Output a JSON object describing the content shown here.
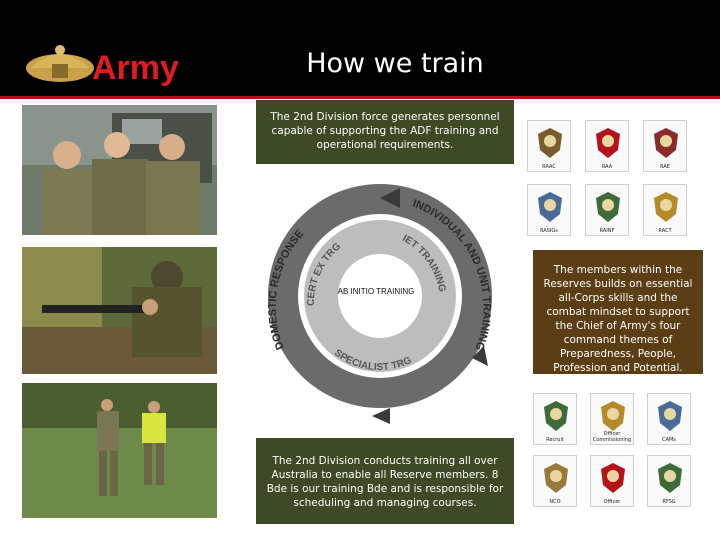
{
  "header": {
    "logo_text": "Army",
    "title": "How we train"
  },
  "panels": {
    "top": "The 2nd Division force generates personnel capable of supporting the ADF training and operational requirements.",
    "bottom": "The 2nd Division conducts training all over Australia to enable all Reserve members. 8 Bde is our training Bde and is responsible for scheduling and managing courses.",
    "right": "The members within the Reserves builds on essential all-Corps skills and the combat mindset to support the Chief of Army's four command themes of Preparedness, People, Profession and Potential."
  },
  "diagram": {
    "center": "AB INITIO TRAINING",
    "outer_top_right": "INDIVIDUAL AND UNIT TRAINING",
    "outer_left": "DOMESTIC RESPONSE",
    "inner_left": "CERT EX TRG",
    "inner_right": "IET TRAINING",
    "inner_bottom": "SPECIALIST TRG"
  },
  "badges_top": [
    {
      "label": "RAAC",
      "color": "#7a5c2e"
    },
    {
      "label": "RAA",
      "color": "#b5121b"
    },
    {
      "label": "RAE",
      "color": "#8a2a2a"
    },
    {
      "label": "RASIGs",
      "color": "#4a6a9a"
    },
    {
      "label": "RAINF",
      "color": "#3f6a3a"
    },
    {
      "label": "RACT",
      "color": "#b58a2a"
    }
  ],
  "badges_bottom": [
    {
      "label": "Recruit",
      "color": "#3f6a3a"
    },
    {
      "label": "Officer Commissioning",
      "color": "#b58a2a"
    },
    {
      "label": "CAMs",
      "color": "#4a6a9a"
    },
    {
      "label": "NCO",
      "color": "#9a7a3a"
    },
    {
      "label": "Officer",
      "color": "#b5121b"
    },
    {
      "label": "RFSG",
      "color": "#3f6a3a"
    }
  ]
}
